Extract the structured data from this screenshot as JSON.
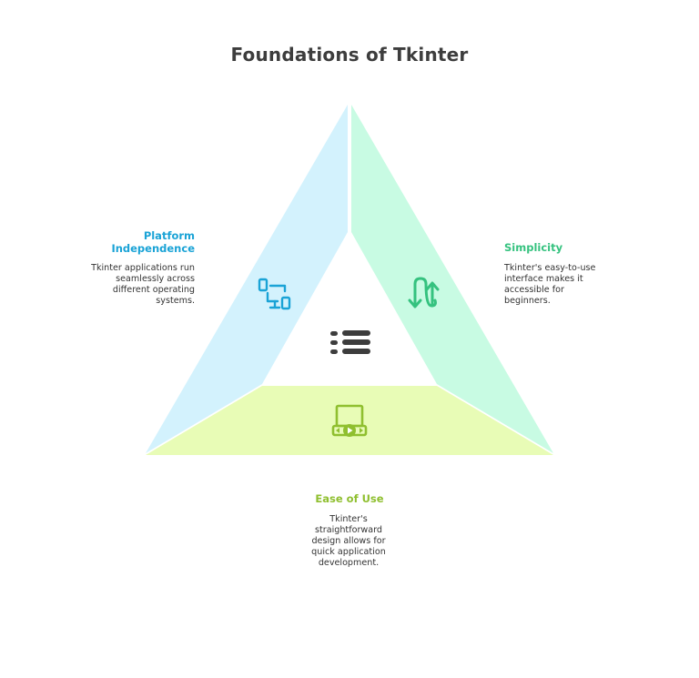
{
  "title": "Foundations of Tkinter",
  "sections": {
    "platform": {
      "title": "Platform Independence",
      "description": "Tkinter applications run seamlessly across different operating systems.",
      "color": "#1aa3d6",
      "fill": "#d3f2fd",
      "icon": "devices-icon"
    },
    "simplicity": {
      "title": "Simplicity",
      "description": "Tkinter's easy-to-use interface makes it accessible for beginners.",
      "color": "#35c27f",
      "fill": "#c8fbe3",
      "icon": "swap-arrows-icon"
    },
    "ease": {
      "title": "Ease of Use",
      "description": "Tkinter's straightforward design allows for quick application development.",
      "color": "#8fbf2f",
      "fill": "#e8fcb6",
      "icon": "video-player-icon"
    }
  },
  "center_icon": "list-icon",
  "center_color": "#3d3d3d"
}
